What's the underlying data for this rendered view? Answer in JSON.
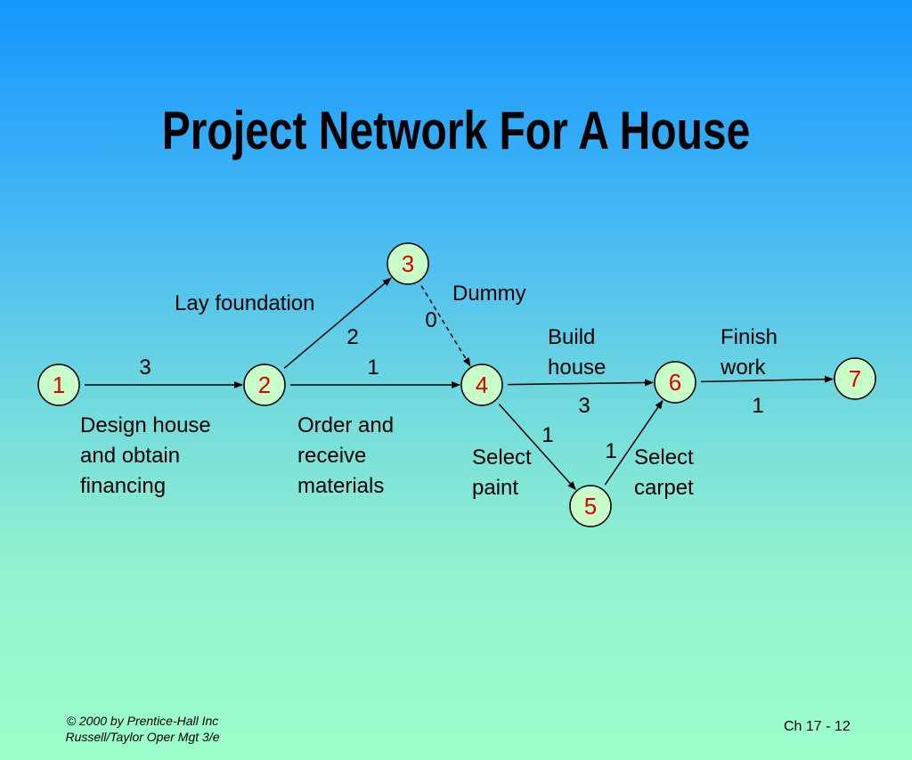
{
  "slide": {
    "title": "Project Network For A House",
    "footer_left_line1": "© 2000 by Prentice-Hall Inc",
    "footer_left_line2": "Russell/Taylor  Oper Mgt 3/e",
    "footer_right": "Ch 17 - 12"
  },
  "network": {
    "nodes": [
      {
        "id": "1",
        "label": "1"
      },
      {
        "id": "2",
        "label": "2"
      },
      {
        "id": "3",
        "label": "3"
      },
      {
        "id": "4",
        "label": "4"
      },
      {
        "id": "5",
        "label": "5"
      },
      {
        "id": "6",
        "label": "6"
      },
      {
        "id": "7",
        "label": "7"
      }
    ],
    "edges": [
      {
        "from": "1",
        "to": "2",
        "duration": "3",
        "activity": [
          "Design house",
          "and obtain",
          "financing"
        ],
        "dummy": false
      },
      {
        "from": "2",
        "to": "3",
        "duration": "2",
        "activity": [
          "Lay foundation"
        ],
        "dummy": false
      },
      {
        "from": "2",
        "to": "4",
        "duration": "1",
        "activity": [
          "Order and",
          "receive",
          "materials"
        ],
        "dummy": false
      },
      {
        "from": "3",
        "to": "4",
        "duration": "0",
        "activity": [
          "Dummy"
        ],
        "dummy": true
      },
      {
        "from": "4",
        "to": "6",
        "duration": "3",
        "activity": [
          "Build",
          "house"
        ],
        "dummy": false
      },
      {
        "from": "4",
        "to": "5",
        "duration": "1",
        "activity": [
          "Select",
          "paint"
        ],
        "dummy": false
      },
      {
        "from": "5",
        "to": "6",
        "duration": "1",
        "activity": [
          "Select",
          "carpet"
        ],
        "dummy": false
      },
      {
        "from": "6",
        "to": "7",
        "duration": "1",
        "activity": [
          "Finish",
          "work"
        ],
        "dummy": false
      }
    ]
  }
}
